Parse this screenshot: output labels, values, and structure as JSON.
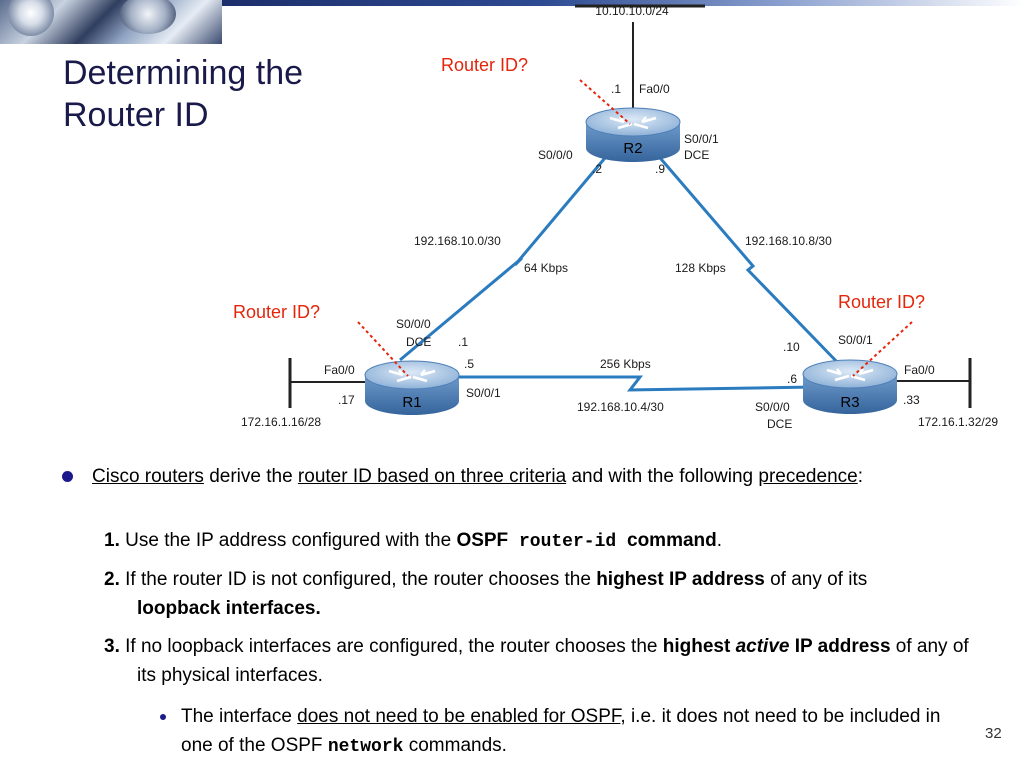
{
  "title_line1": "Determining the",
  "title_line2": "Router ID",
  "diagram": {
    "top_network": "10.10.10.0/24",
    "r2": {
      "name": "R2",
      "fa_addr": ".1",
      "fa_if": "Fa0/0",
      "s000_if": "S0/0/0",
      "s000_addr": ".2",
      "s001_if": "S0/0/1",
      "s001_dce": "DCE",
      "s001_addr": ".9"
    },
    "r1": {
      "name": "R1",
      "s000_if": "S0/0/0",
      "s000_dce": "DCE",
      "s000_addr": ".1",
      "s001_addr": ".5",
      "s001_if": "S0/0/1",
      "fa_if": "Fa0/0",
      "fa_addr": ".17",
      "lan": "172.16.1.16/28"
    },
    "r3": {
      "name": "R3",
      "s001_if": "S0/0/1",
      "s001_addr": ".10",
      "s000_addr": ".6",
      "s000_if": "S0/0/0",
      "s000_dce": "DCE",
      "fa_if": "Fa0/0",
      "fa_addr": ".33",
      "lan": "172.16.1.32/29"
    },
    "link_r1_r2": {
      "network": "192.168.10.0/30",
      "speed": "64 Kbps"
    },
    "link_r2_r3": {
      "network": "192.168.10.8/30",
      "speed": "128 Kbps"
    },
    "link_r1_r3": {
      "network": "192.168.10.4/30",
      "speed": "256 Kbps"
    },
    "router_id_question": "Router ID?",
    "colors": {
      "link": "#2b7bbf",
      "question": "#e4250c",
      "router_top": "#a9c6e4",
      "router_side": "#4f7fb6"
    }
  },
  "bullet": {
    "part1": "Cisco routers",
    "part2": " derive the ",
    "part3": "router ID based on three criteria",
    "part4": " and with the following ",
    "part5": "precedence",
    "part6": ":"
  },
  "item1": {
    "num": "1.",
    "t1": " Use the IP address configured with the ",
    "b1": "OSPF",
    "code": " router-id ",
    "b2": "command",
    "t2": "."
  },
  "item2": {
    "num": "2.",
    "t1": " If the router ID is not configured, the router chooses the ",
    "b1": "highest IP address",
    "t2": " of any of its ",
    "b2": "loopback interfaces."
  },
  "item3": {
    "num": "3.",
    "t1": " If no loopback interfaces are configured, the router chooses the ",
    "b1": "highest",
    "bi": "active",
    "b2": " IP address",
    "t2": " of any of its physical interfaces."
  },
  "subbullet": {
    "t1": "The interface ",
    "u1": "does not need to be enabled for OSPF",
    "t2": ", i.e. it does not need to be included in one of the OSPF ",
    "code": "network",
    "t3": " commands."
  },
  "page_number": "32"
}
